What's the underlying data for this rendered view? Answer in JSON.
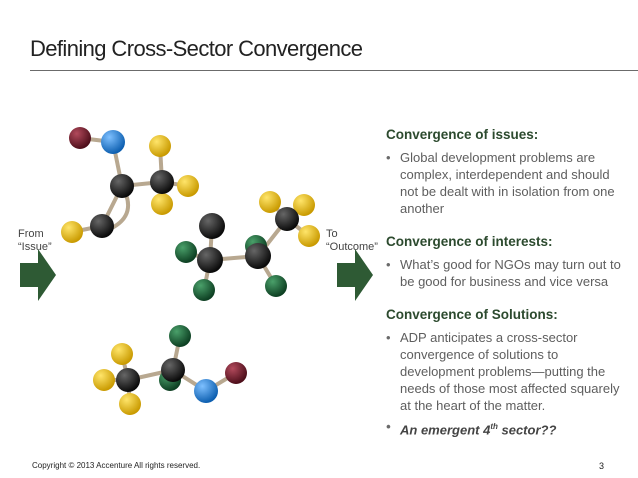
{
  "slide": {
    "title": "Defining Cross-Sector Convergence",
    "from_line1": "From",
    "from_line2": "“Issue”",
    "to_line1": "To",
    "to_line2": "“Outcome”",
    "sections": [
      {
        "heading": "Convergence of issues:",
        "bullets": [
          "Global development problems are complex, interdependent and should not be dealt with in isolation from one another"
        ]
      },
      {
        "heading": "Convergence of interests:",
        "bullets": [
          "What’s good for NGOs may turn out to be good for business and vice versa"
        ]
      },
      {
        "heading": "Convergence of Solutions:",
        "bullets": [
          "ADP anticipates a cross-sector convergence of solutions to development problems—putting the needs of those most affected squarely at the heart of the matter."
        ],
        "emphasis_pre": "An emergent 4",
        "emphasis_sup": "th",
        "emphasis_post": " sector??"
      }
    ],
    "copyright": "Copyright © 2013 Accenture  All rights reserved.",
    "page_number": "3",
    "colors": {
      "arrow": "#2e5a34",
      "heading": "#2c4a2e",
      "atom_black": "#111111",
      "atom_yellow": "#e0b400",
      "atom_blue": "#1a72c9",
      "atom_maroon": "#6a1626",
      "atom_green": "#1d5c35",
      "bond": "#b8a890"
    }
  }
}
